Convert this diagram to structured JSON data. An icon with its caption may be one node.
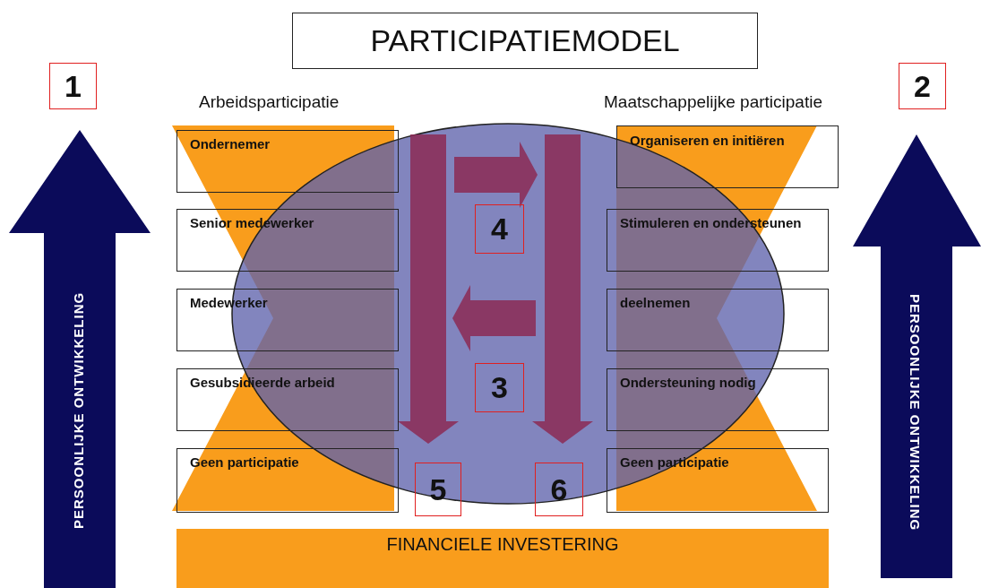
{
  "diagram": {
    "title": "PARTICIPATIEMODEL",
    "nodes": [
      {
        "text": [
          "1"
        ]
      },
      {
        "text": [
          "PERSOONLIJKE ONTWIKKELING"
        ]
      },
      {
        "text": [
          "2"
        ]
      },
      {
        "text": [
          "PERSOONLIJKE ONTWIKKELING"
        ]
      },
      {
        "text": [
          "Ondernemer"
        ]
      },
      {
        "text": [
          "Senior medewerker"
        ]
      },
      {
        "text": [
          "Medewerker"
        ]
      },
      {
        "text": [
          "Gesubsidieerde arbeid"
        ]
      },
      {
        "text": [
          "Geen participatie"
        ]
      },
      {
        "text": [
          "Organiseren en initiëren"
        ]
      },
      {
        "text": [
          "Stimuleren en ondersteunen"
        ]
      },
      {
        "text": [
          "deelnemen"
        ]
      },
      {
        "text": [
          "Ondersteuning nodig"
        ]
      },
      {
        "text": [
          "Geen participatie"
        ]
      },
      {
        "text": [
          "4"
        ]
      },
      {
        "text": [
          "3"
        ]
      },
      {
        "text": [
          "5"
        ]
      },
      {
        "text": [
          "6"
        ]
      },
      {
        "text": [
          "FINANCIELE INVESTERING"
        ]
      }
    ],
    "edges": [],
    "labels": [
      "Arbeidsparticipatie",
      "Maatschappelijke participatie"
    ]
  }
}
